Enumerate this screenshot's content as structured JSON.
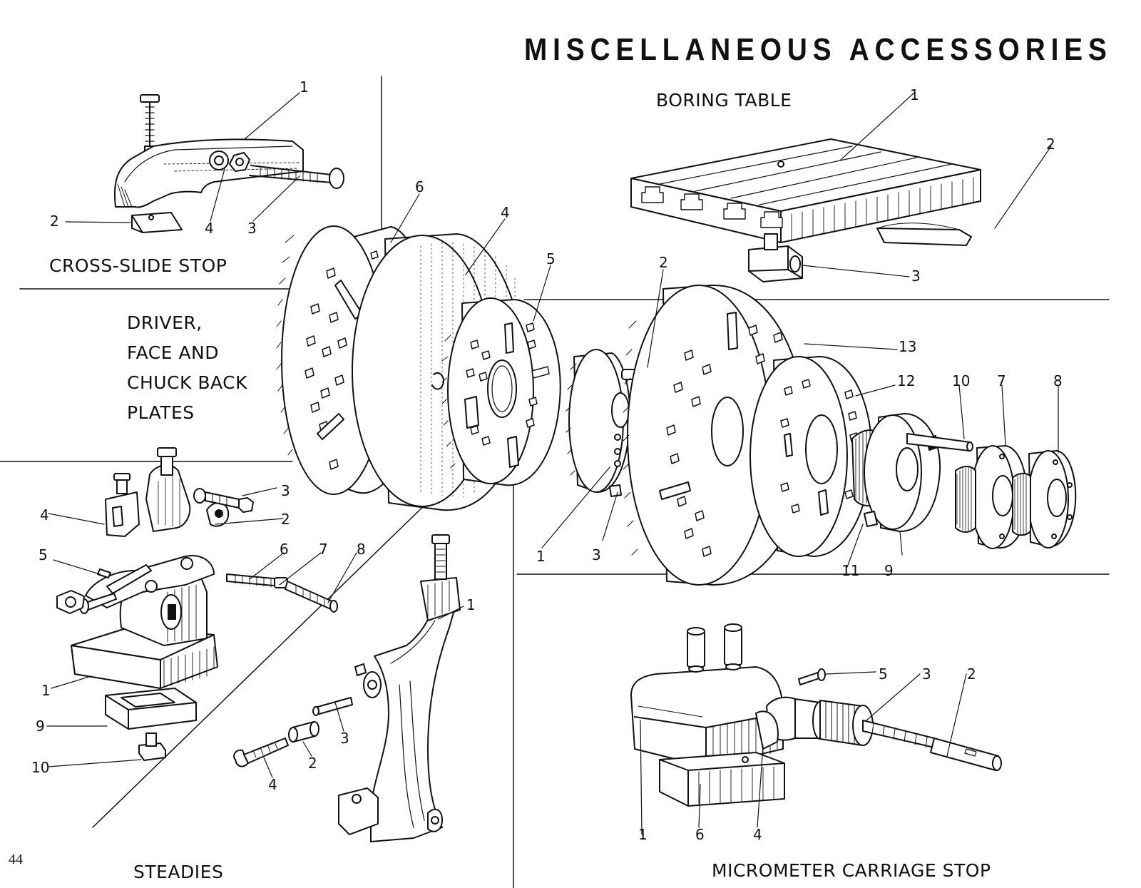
{
  "page": {
    "title": "MISCELLANEOUS ACCESSORIES",
    "page_number": "44"
  },
  "sections": {
    "cross_slide_stop": {
      "heading": "CROSS-SLIDE STOP",
      "callouts": [
        "1",
        "2",
        "4",
        "3"
      ]
    },
    "boring_table": {
      "heading": "BORING TABLE",
      "callouts": [
        "1",
        "2",
        "3"
      ]
    },
    "plates": {
      "heading_lines": [
        "DRIVER,",
        "FACE AND",
        "CHUCK BACK",
        "PLATES"
      ],
      "callouts": [
        "6",
        "4",
        "5",
        "2",
        "13",
        "12",
        "10",
        "7",
        "8",
        "1",
        "3",
        "11",
        "9"
      ]
    },
    "steadies": {
      "heading": "STEADIES",
      "callouts": [
        "3",
        "4",
        "2",
        "5",
        "6",
        "7",
        "8",
        "1",
        "9",
        "10",
        "1",
        "3",
        "2",
        "4"
      ]
    },
    "micrometer_carriage_stop": {
      "heading": "MICROMETER CARRIAGE STOP",
      "callouts": [
        "5",
        "3",
        "2",
        "1",
        "6",
        "4"
      ]
    }
  }
}
